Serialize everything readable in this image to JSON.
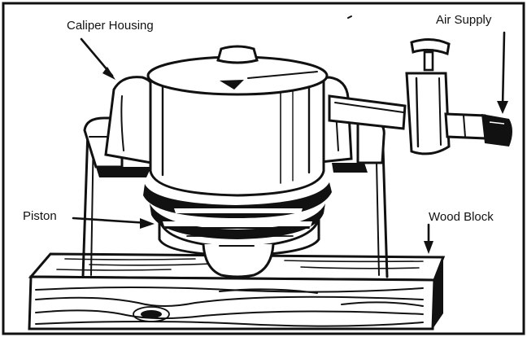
{
  "labels": {
    "caliper_housing": "Caliper Housing",
    "air_supply": "Air Supply",
    "piston": "Piston",
    "wood_block": "Wood Block"
  },
  "colors": {
    "ink": "#111111",
    "paper": "#ffffff"
  }
}
